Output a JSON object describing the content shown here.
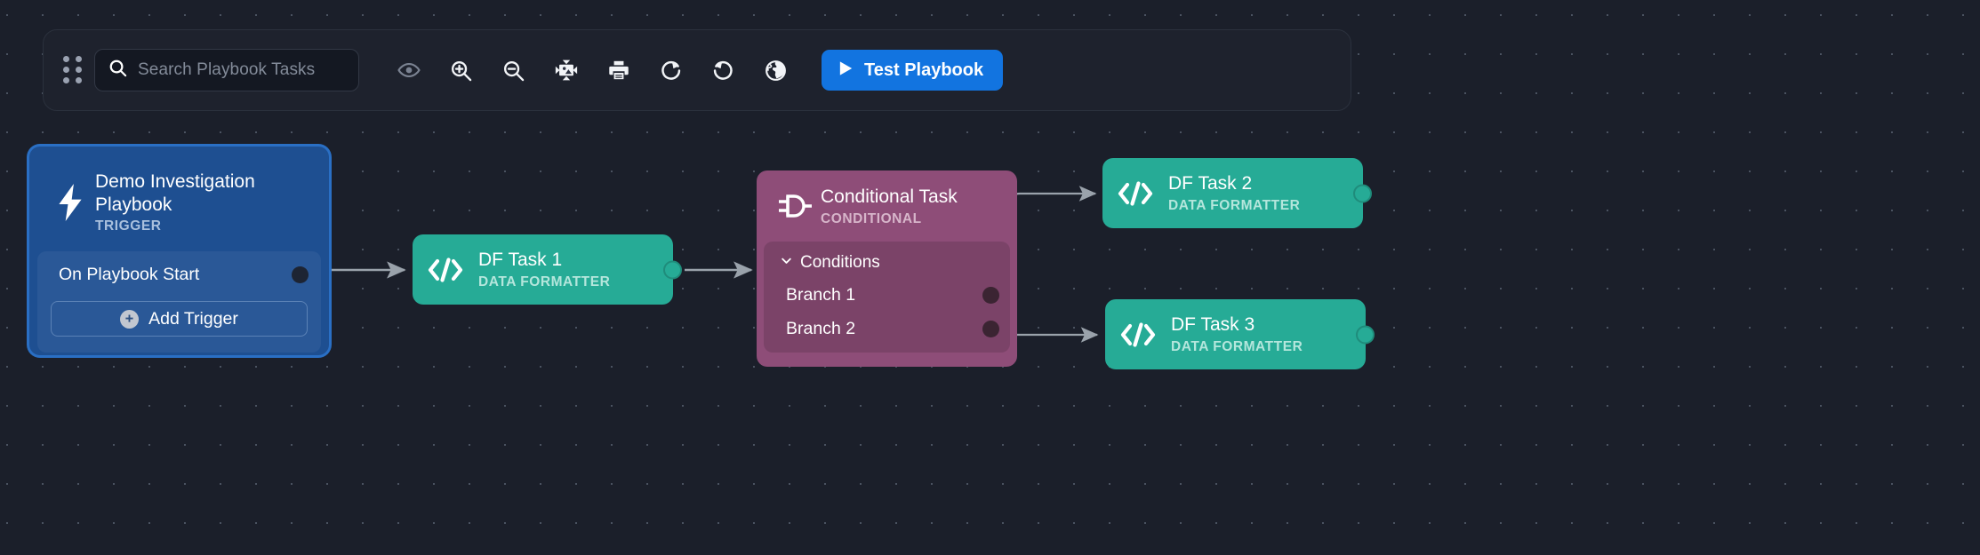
{
  "toolbar": {
    "drag_handle": "drag-handle",
    "search": {
      "placeholder": "Search Playbook Tasks",
      "value": ""
    },
    "icons": [
      {
        "name": "eye-icon",
        "label": "Toggle Visibility"
      },
      {
        "name": "zoom-in-icon",
        "label": "Zoom In"
      },
      {
        "name": "zoom-out-icon",
        "label": "Zoom Out"
      },
      {
        "name": "fit-screen-icon",
        "label": "Fit To Screen"
      },
      {
        "name": "print-icon",
        "label": "Print"
      },
      {
        "name": "redo-icon",
        "label": "Redo"
      },
      {
        "name": "undo-icon",
        "label": "Undo"
      },
      {
        "name": "globe-icon",
        "label": "Globe"
      }
    ],
    "test_button": {
      "label": "Test Playbook",
      "icon": "play-icon",
      "color": "#1274e0"
    }
  },
  "nodes": {
    "trigger": {
      "title": "Demo Investigation Playbook",
      "subtitle": "TRIGGER",
      "icon": "lightning-bolt-icon",
      "color": "#1e4f91",
      "row_label": "On Playbook Start",
      "add_button": {
        "label": "Add Trigger",
        "icon": "plus-circle-icon"
      }
    },
    "df1": {
      "title": "DF Task 1",
      "subtitle": "DATA FORMATTER",
      "icon": "code-brackets-icon",
      "color": "#26ab96"
    },
    "conditional": {
      "title": "Conditional Task",
      "subtitle": "CONDITIONAL",
      "icon": "logic-gate-icon",
      "color": "#8e4d78",
      "section_label": "Conditions",
      "section_chevron": "chevron-down-icon",
      "branches": [
        {
          "label": "Branch 1"
        },
        {
          "label": "Branch 2"
        }
      ]
    },
    "df2": {
      "title": "DF Task 2",
      "subtitle": "DATA FORMATTER",
      "icon": "code-brackets-icon",
      "color": "#26ab96"
    },
    "df3": {
      "title": "DF Task 3",
      "subtitle": "DATA FORMATTER",
      "icon": "code-brackets-icon",
      "color": "#26ab96"
    }
  },
  "canvas": {
    "background": "#1b1f2a",
    "grid_dot_color": "#4a5260",
    "edge_color": "#9aa2ab"
  }
}
